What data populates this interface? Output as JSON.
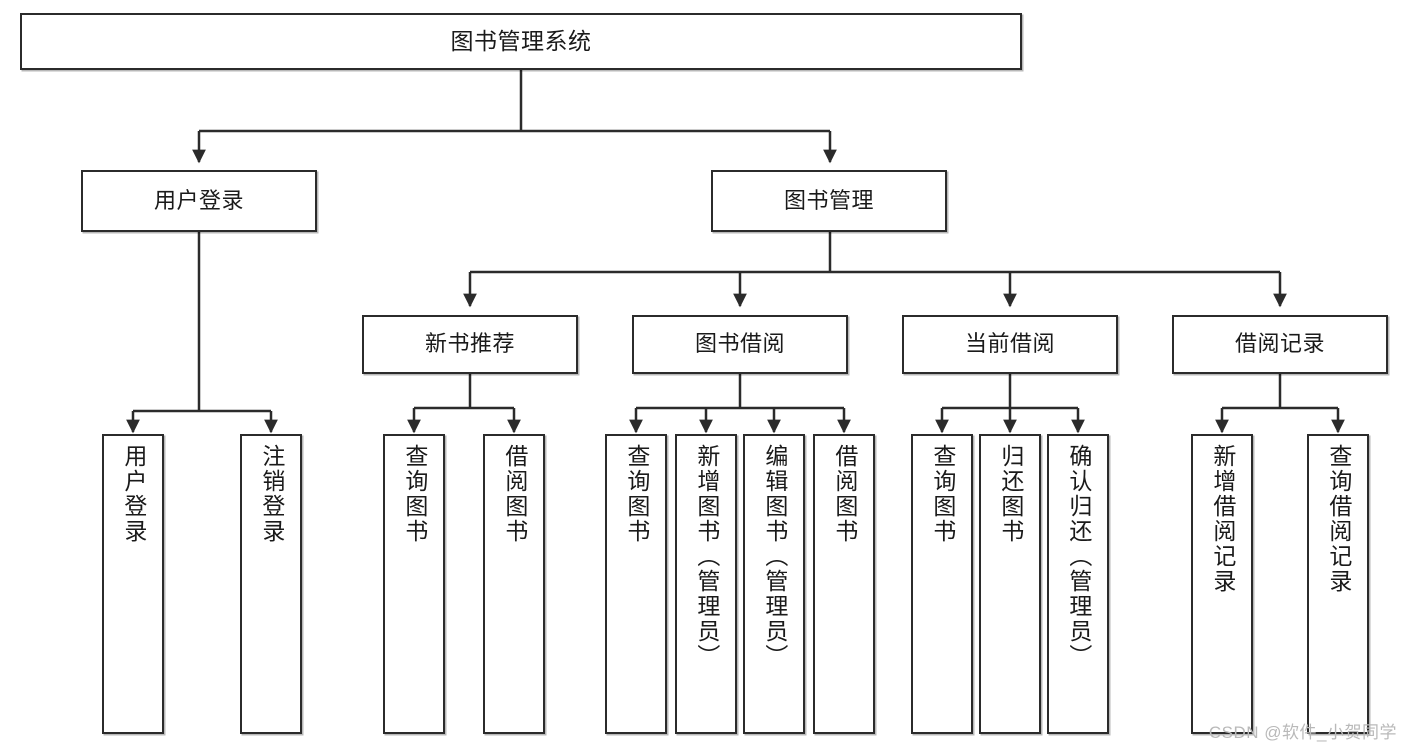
{
  "diagram": {
    "title": "图书管理系统",
    "type": "tree-hierarchy-chart",
    "line_color": "#2b2b2b",
    "box_fill": "#ffffff",
    "text_color": "#1a1a1a",
    "root": {
      "label": "图书管理系统"
    },
    "level2": [
      {
        "label": "用户登录"
      },
      {
        "label": "图书管理"
      }
    ],
    "level3": [
      {
        "label": "新书推荐"
      },
      {
        "label": "图书借阅"
      },
      {
        "label": "当前借阅"
      },
      {
        "label": "借阅记录"
      }
    ],
    "leaves": {
      "user_login": [
        {
          "label": "用户登录"
        },
        {
          "label": "注销登录"
        }
      ],
      "new_book_recommend": [
        {
          "label": "查询图书"
        },
        {
          "label": "借阅图书"
        }
      ],
      "book_borrow": [
        {
          "label": "查询图书"
        },
        {
          "label": "新增图书（管理员）"
        },
        {
          "label": "编辑图书（管理员）"
        },
        {
          "label": "借阅图书"
        }
      ],
      "current_borrow": [
        {
          "label": "查询图书"
        },
        {
          "label": "归还图书"
        },
        {
          "label": "确认归还（管理员）"
        }
      ],
      "borrow_record": [
        {
          "label": "新增借阅记录"
        },
        {
          "label": "查询借阅记录"
        }
      ]
    }
  },
  "watermark": {
    "text": "CSDN @软件_小贺同学"
  }
}
